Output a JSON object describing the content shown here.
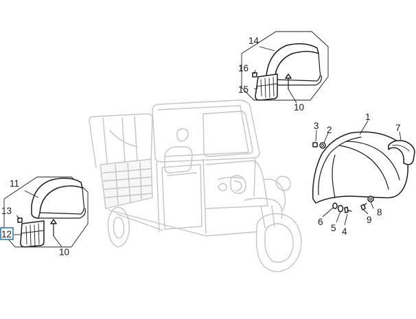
{
  "diagram": {
    "callouts": {
      "c1": "1",
      "c2": "2",
      "c3": "3",
      "c4": "4",
      "c5": "5",
      "c6": "6",
      "c7": "7",
      "c8": "8",
      "c9": "9",
      "c10_top": "10",
      "c10_left": "10",
      "c11": "11",
      "c12": "12",
      "c13": "13",
      "c14": "14",
      "c15": "15",
      "c16": "16"
    },
    "highlighted_callout": "12",
    "highlight_color": "#2a7ab8",
    "line_color": "#1a1a1a",
    "ghost_color": "#c4c4c4"
  }
}
